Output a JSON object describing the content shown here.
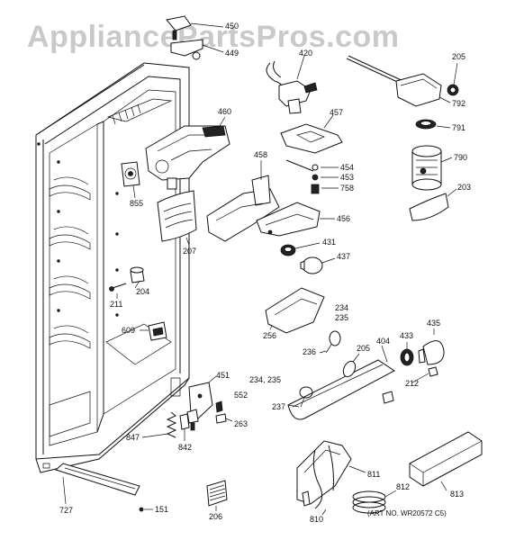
{
  "watermark": "AppliancePartsPros.com",
  "art_number": "(ART NO. WR20572 C5)",
  "callouts": [
    {
      "id": "c450",
      "text": "450"
    },
    {
      "id": "c449",
      "text": "449"
    },
    {
      "id": "c420",
      "text": "420"
    },
    {
      "id": "c205a",
      "text": "205"
    },
    {
      "id": "c792",
      "text": "792"
    },
    {
      "id": "c791",
      "text": "791"
    },
    {
      "id": "c790",
      "text": "790"
    },
    {
      "id": "c203",
      "text": "203"
    },
    {
      "id": "c460",
      "text": "460"
    },
    {
      "id": "c457",
      "text": "457"
    },
    {
      "id": "c454",
      "text": "454"
    },
    {
      "id": "c453",
      "text": "453"
    },
    {
      "id": "c758",
      "text": "758"
    },
    {
      "id": "c458",
      "text": "458"
    },
    {
      "id": "c456",
      "text": "456"
    },
    {
      "id": "c855",
      "text": "855"
    },
    {
      "id": "c207",
      "text": "207"
    },
    {
      "id": "c431",
      "text": "431"
    },
    {
      "id": "c437",
      "text": "437"
    },
    {
      "id": "c204",
      "text": "204"
    },
    {
      "id": "c211",
      "text": "211"
    },
    {
      "id": "c234a",
      "text": "234"
    },
    {
      "id": "c235a",
      "text": "235"
    },
    {
      "id": "c256",
      "text": "256"
    },
    {
      "id": "c609",
      "text": "609"
    },
    {
      "id": "c236",
      "text": "236"
    },
    {
      "id": "c205b",
      "text": "205"
    },
    {
      "id": "c404",
      "text": "404"
    },
    {
      "id": "c433",
      "text": "433"
    },
    {
      "id": "c435",
      "text": "435"
    },
    {
      "id": "c451",
      "text": "451"
    },
    {
      "id": "c234b",
      "text": "234, 235"
    },
    {
      "id": "c212",
      "text": "212"
    },
    {
      "id": "c552",
      "text": "552"
    },
    {
      "id": "c237",
      "text": "237"
    },
    {
      "id": "c263",
      "text": "263"
    },
    {
      "id": "c847",
      "text": "847"
    },
    {
      "id": "c842",
      "text": "842"
    },
    {
      "id": "c811",
      "text": "811"
    },
    {
      "id": "c812",
      "text": "812"
    },
    {
      "id": "c813",
      "text": "813"
    },
    {
      "id": "c727",
      "text": "727"
    },
    {
      "id": "c151",
      "text": "151"
    },
    {
      "id": "c206",
      "text": "206"
    },
    {
      "id": "c810",
      "text": "810"
    }
  ]
}
